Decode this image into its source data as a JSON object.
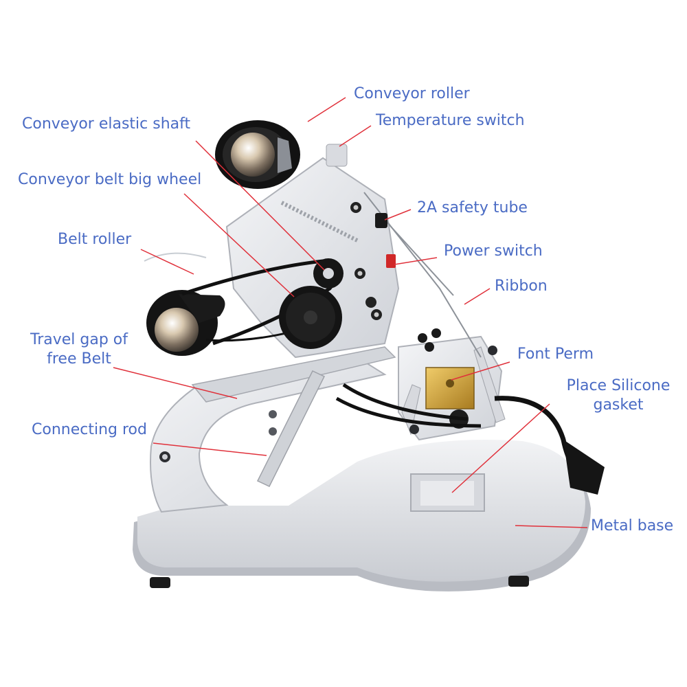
{
  "labels": {
    "conveyor_roller": "Conveyor roller",
    "conveyor_elastic_shaft": "Conveyor elastic shaft",
    "temperature_switch": "Temperature switch",
    "conveyor_belt_big_wheel": "Conveyor belt big wheel",
    "safety_tube": "2A safety tube",
    "belt_roller": "Belt roller",
    "power_switch": "Power switch",
    "ribbon": "Ribbon",
    "travel_gap_line1": "Travel gap of",
    "travel_gap_line2": "free Belt",
    "font_perm": "Font Perm",
    "place_silicone_line1": "Place Silicone",
    "place_silicone_line2": "gasket",
    "connecting_rod": "Connecting rod",
    "metal_base": "Metal base"
  },
  "colors": {
    "label_text": "#4a6bc4",
    "leader_line": "#e0303a",
    "metal": "#e4e6ea",
    "metal_shadow": "#b9bcc3",
    "black_parts": "#141414",
    "brass": "#d4a640"
  }
}
